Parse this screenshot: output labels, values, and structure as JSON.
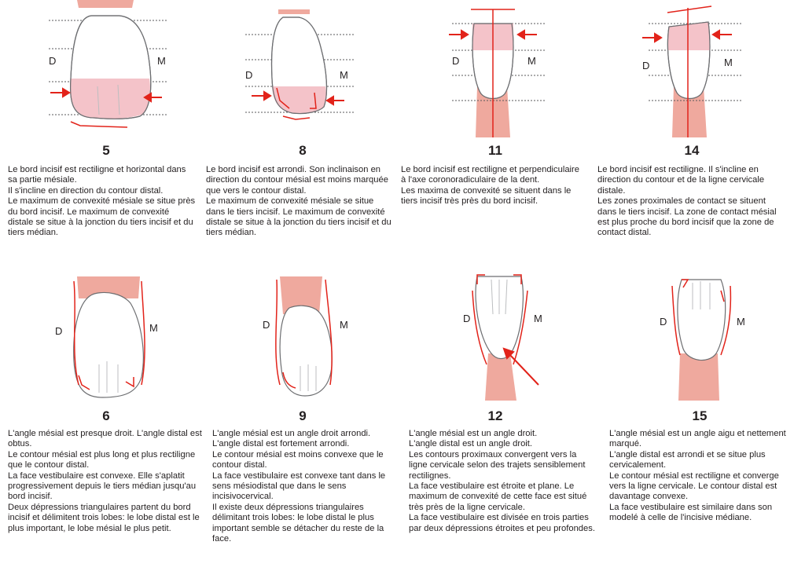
{
  "labels": {
    "distal": "D",
    "mesial": "M"
  },
  "colors": {
    "accent_red": "#e2231a",
    "pink_highlight": "#f2b8c0",
    "gum_pink": "#efa99e",
    "tooth_outline": "#6d6e71",
    "dotted_line": "#58595b",
    "text": "#231f20"
  },
  "figures": [
    {
      "number": "5",
      "paragraphs": [
        "Le bord incisif est rectiligne et horizontal dans sa partie mésiale.",
        "Il s'incline en direction du contour distal.",
        "Le maximum de convexité mésiale se situe près du bord incisif. Le maximum de convexité distale se situe à la jonction du tiers incisif et du tiers médian."
      ]
    },
    {
      "number": "8",
      "paragraphs": [
        "Le bord incisif est arrondi. Son inclinaison en direction du contour mésial est moins marquée que vers le contour distal.",
        "Le maximum de convexité mésiale se situe dans le tiers incisif. Le maximum de convexité distale se situe à la jonction du tiers incisif et du tiers médian."
      ]
    },
    {
      "number": "11",
      "paragraphs": [
        "Le bord incisif est rectiligne et perpendiculaire à l'axe coronoradiculaire de la dent.",
        "Les maxima de convexité se situent dans le tiers incisif très près du bord incisif."
      ]
    },
    {
      "number": "14",
      "paragraphs": [
        "Le bord incisif est rectiligne. Il s'incline en direction du contour et de la ligne cervicale distale.",
        "Les zones proximales de contact se situent dans le tiers incisif. La zone de contact mésial est plus proche du bord incisif que la zone de contact distal."
      ]
    },
    {
      "number": "6",
      "paragraphs": [
        "L'angle mésial est presque droit. L'angle distal est obtus.",
        "Le contour mésial est plus long et plus rectiligne que le contour distal.",
        "La face vestibulaire est convexe. Elle s'aplatit progressivement depuis le tiers médian jusqu'au bord incisif.",
        "Deux dépressions triangulaires partent du bord incisif et délimitent trois lobes: le lobe distal est le plus important, le lobe mésial le plus petit."
      ]
    },
    {
      "number": "9",
      "paragraphs": [
        "L'angle mésial est un angle droit arrondi. L'angle distal est fortement arrondi.",
        "Le contour mésial est moins convexe que le contour distal.",
        "La face vestibulaire est convexe tant dans le sens mésiodistal que dans le sens incisivocervical.",
        "Il existe deux dépressions triangulaires délimitant trois lobes: le lobe distal le plus important semble se détacher du reste de la face."
      ]
    },
    {
      "number": "12",
      "paragraphs": [
        "L'angle mésial est un angle droit.",
        "L'angle distal est un angle droit.",
        "Les contours proximaux convergent vers la ligne cervicale selon des trajets sensiblement rectilignes.",
        "La face vestibulaire est étroite et plane. Le maximum de convexité de cette face est situé très près de la ligne cervicale.",
        "La face vestibulaire est divisée en trois parties par deux dépressions étroites et peu profondes."
      ]
    },
    {
      "number": "15",
      "paragraphs": [
        "L'angle mésial est un angle aigu et nettement marqué.",
        "L'angle distal est arrondi et se situe plus cervicalement.",
        "Le contour mésial est rectiligne et converge vers la ligne cervicale. Le contour distal est davantage convexe.",
        "La face vestibulaire est similaire dans son modelé à celle de l'incisive médiane."
      ]
    }
  ]
}
